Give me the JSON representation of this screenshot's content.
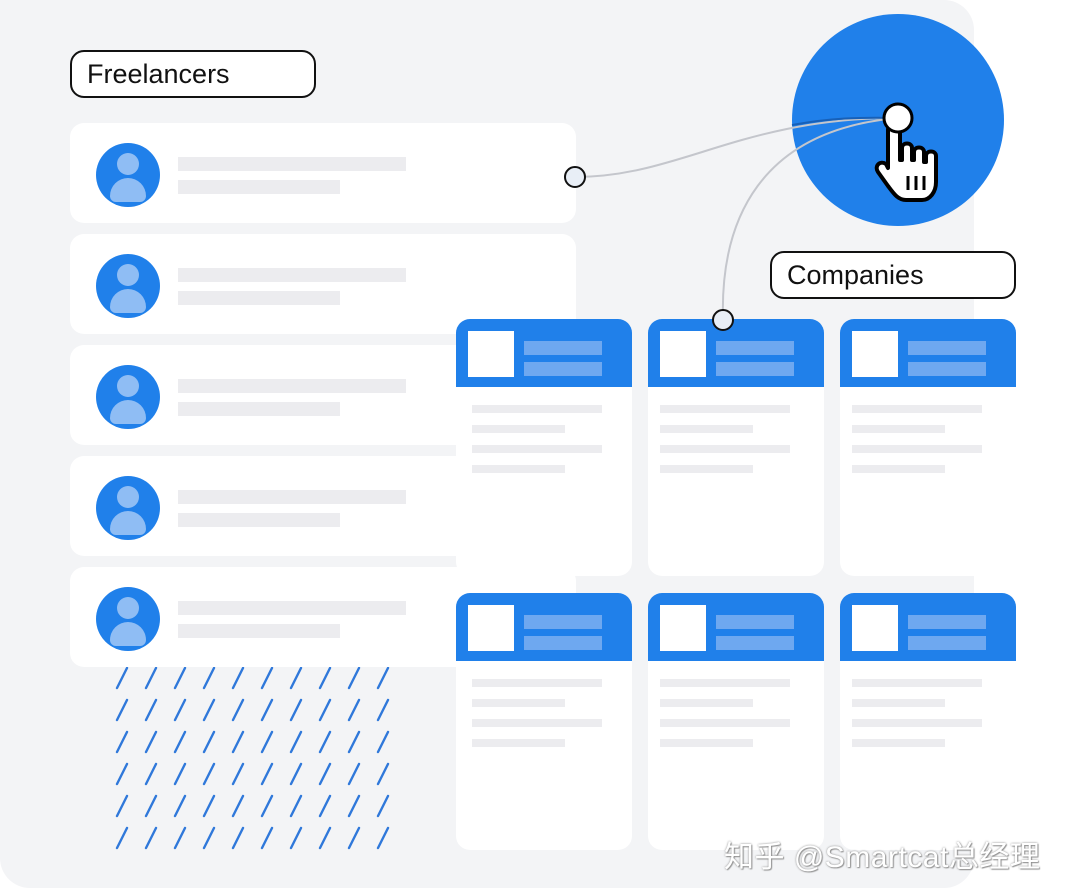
{
  "freelancers": {
    "label": "Freelancers",
    "cards": [
      {
        "avatar": "user-avatar-icon"
      },
      {
        "avatar": "user-avatar-icon"
      },
      {
        "avatar": "user-avatar-icon"
      },
      {
        "avatar": "user-avatar-icon"
      },
      {
        "avatar": "user-avatar-icon"
      }
    ]
  },
  "companies": {
    "label": "Companies",
    "cards": [
      {
        "row": 1,
        "col": 1
      },
      {
        "row": 1,
        "col": 2
      },
      {
        "row": 1,
        "col": 3
      },
      {
        "row": 2,
        "col": 1
      },
      {
        "row": 2,
        "col": 2
      },
      {
        "row": 2,
        "col": 3
      }
    ]
  },
  "action": {
    "icon": "hand-pointer-icon"
  },
  "colors": {
    "accent": "#2080ea",
    "light_accent": "#6ea8f0",
    "panel": "#f3f4f6",
    "placeholder": "#ececef"
  },
  "watermark": "知乎 @Smartcat总经理"
}
